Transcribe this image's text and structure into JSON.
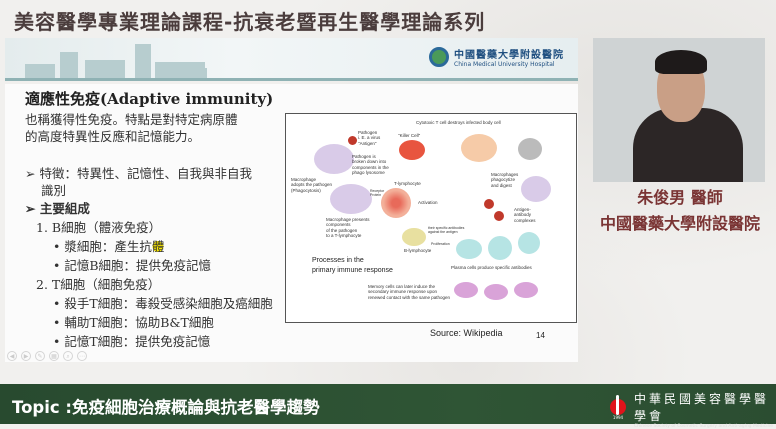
{
  "header": {
    "title": "美容醫學專業理論課程-抗衰老暨再生醫學理論系列",
    "hospital_logo_zh": "中國醫藥大學附設醫院",
    "hospital_logo_en": "China Medical University Hospital"
  },
  "slide": {
    "heading": "適應性免疫(Adaptive immunity)",
    "intro": [
      "也稱獲得性免疫。特點是對特定病原體",
      "的高度特異性反應和記憶能力。"
    ],
    "bullets": [
      {
        "text": "特徵：特異性、記憶性、自我與非自我",
        "cont": "識別"
      },
      {
        "text": "主要組成"
      }
    ],
    "b_cell": {
      "title": "1. B細胞（體液免疫）",
      "items": [
        "漿細胞：產生抗",
        "體",
        "記憶B細胞：提供免疫記憶"
      ]
    },
    "t_cell": {
      "title": "2. T細胞（細胞免疫）",
      "items": [
        "殺手T細胞：毒殺受感染細胞及癌細胞",
        "輔助T細胞：協助B&T細胞",
        "記憶T細胞：提供免疫記憶"
      ]
    },
    "diagram": {
      "title": [
        "Processes in the",
        "primary immune response"
      ],
      "labels": {
        "pathogen": [
          "Pathogen",
          "i. E. a virus",
          "\"Antigen\""
        ],
        "macrophage": [
          "Macrophage",
          "adopts the pathogen",
          "(Phagocytosis)"
        ],
        "broken": [
          "Pathogen is",
          "broken down into",
          "components in the",
          "phago lysosome"
        ],
        "t_lympho": "T-lymphocyte",
        "receptor": [
          "Receptor",
          "Protein"
        ],
        "presents": [
          "Macrophage presents",
          "components",
          "of the pathogen",
          "to a T-lymphocyte"
        ],
        "cytotoxic": "Cytotoxic T cell destroys infected body cell",
        "killer": "\"Killer Cell\"",
        "activation": "Activation",
        "phagocytize": [
          "Macrophages",
          "phagocytize",
          "and digest"
        ],
        "complexes": [
          "Antigen-",
          "antibody",
          "complexes"
        ],
        "b_lympho": "B-lymphocyte",
        "specific": [
          "their specific antibodies",
          "against the antigen"
        ],
        "proliferation": "Proliferation",
        "plasma": "Plasma cells produce specific antibodies",
        "memory": [
          "Memory cells can later induce the",
          "secondary immune response upon",
          "renewed contact with the same pathogen"
        ]
      }
    },
    "source": "Source: Wikipedia",
    "page_number": "14"
  },
  "speaker": {
    "name": "朱俊男 醫師",
    "affiliation": "中國醫藥大學附設醫院"
  },
  "footer": {
    "topic": "Topic :免疫細胞治療概論與抗老醫學趨勢",
    "society_zh": "中華民國美容醫學醫學會",
    "society_en": "Chinese Society of Cosmetic Surgery and Anti-aging Medicine",
    "society_year": "1994"
  }
}
